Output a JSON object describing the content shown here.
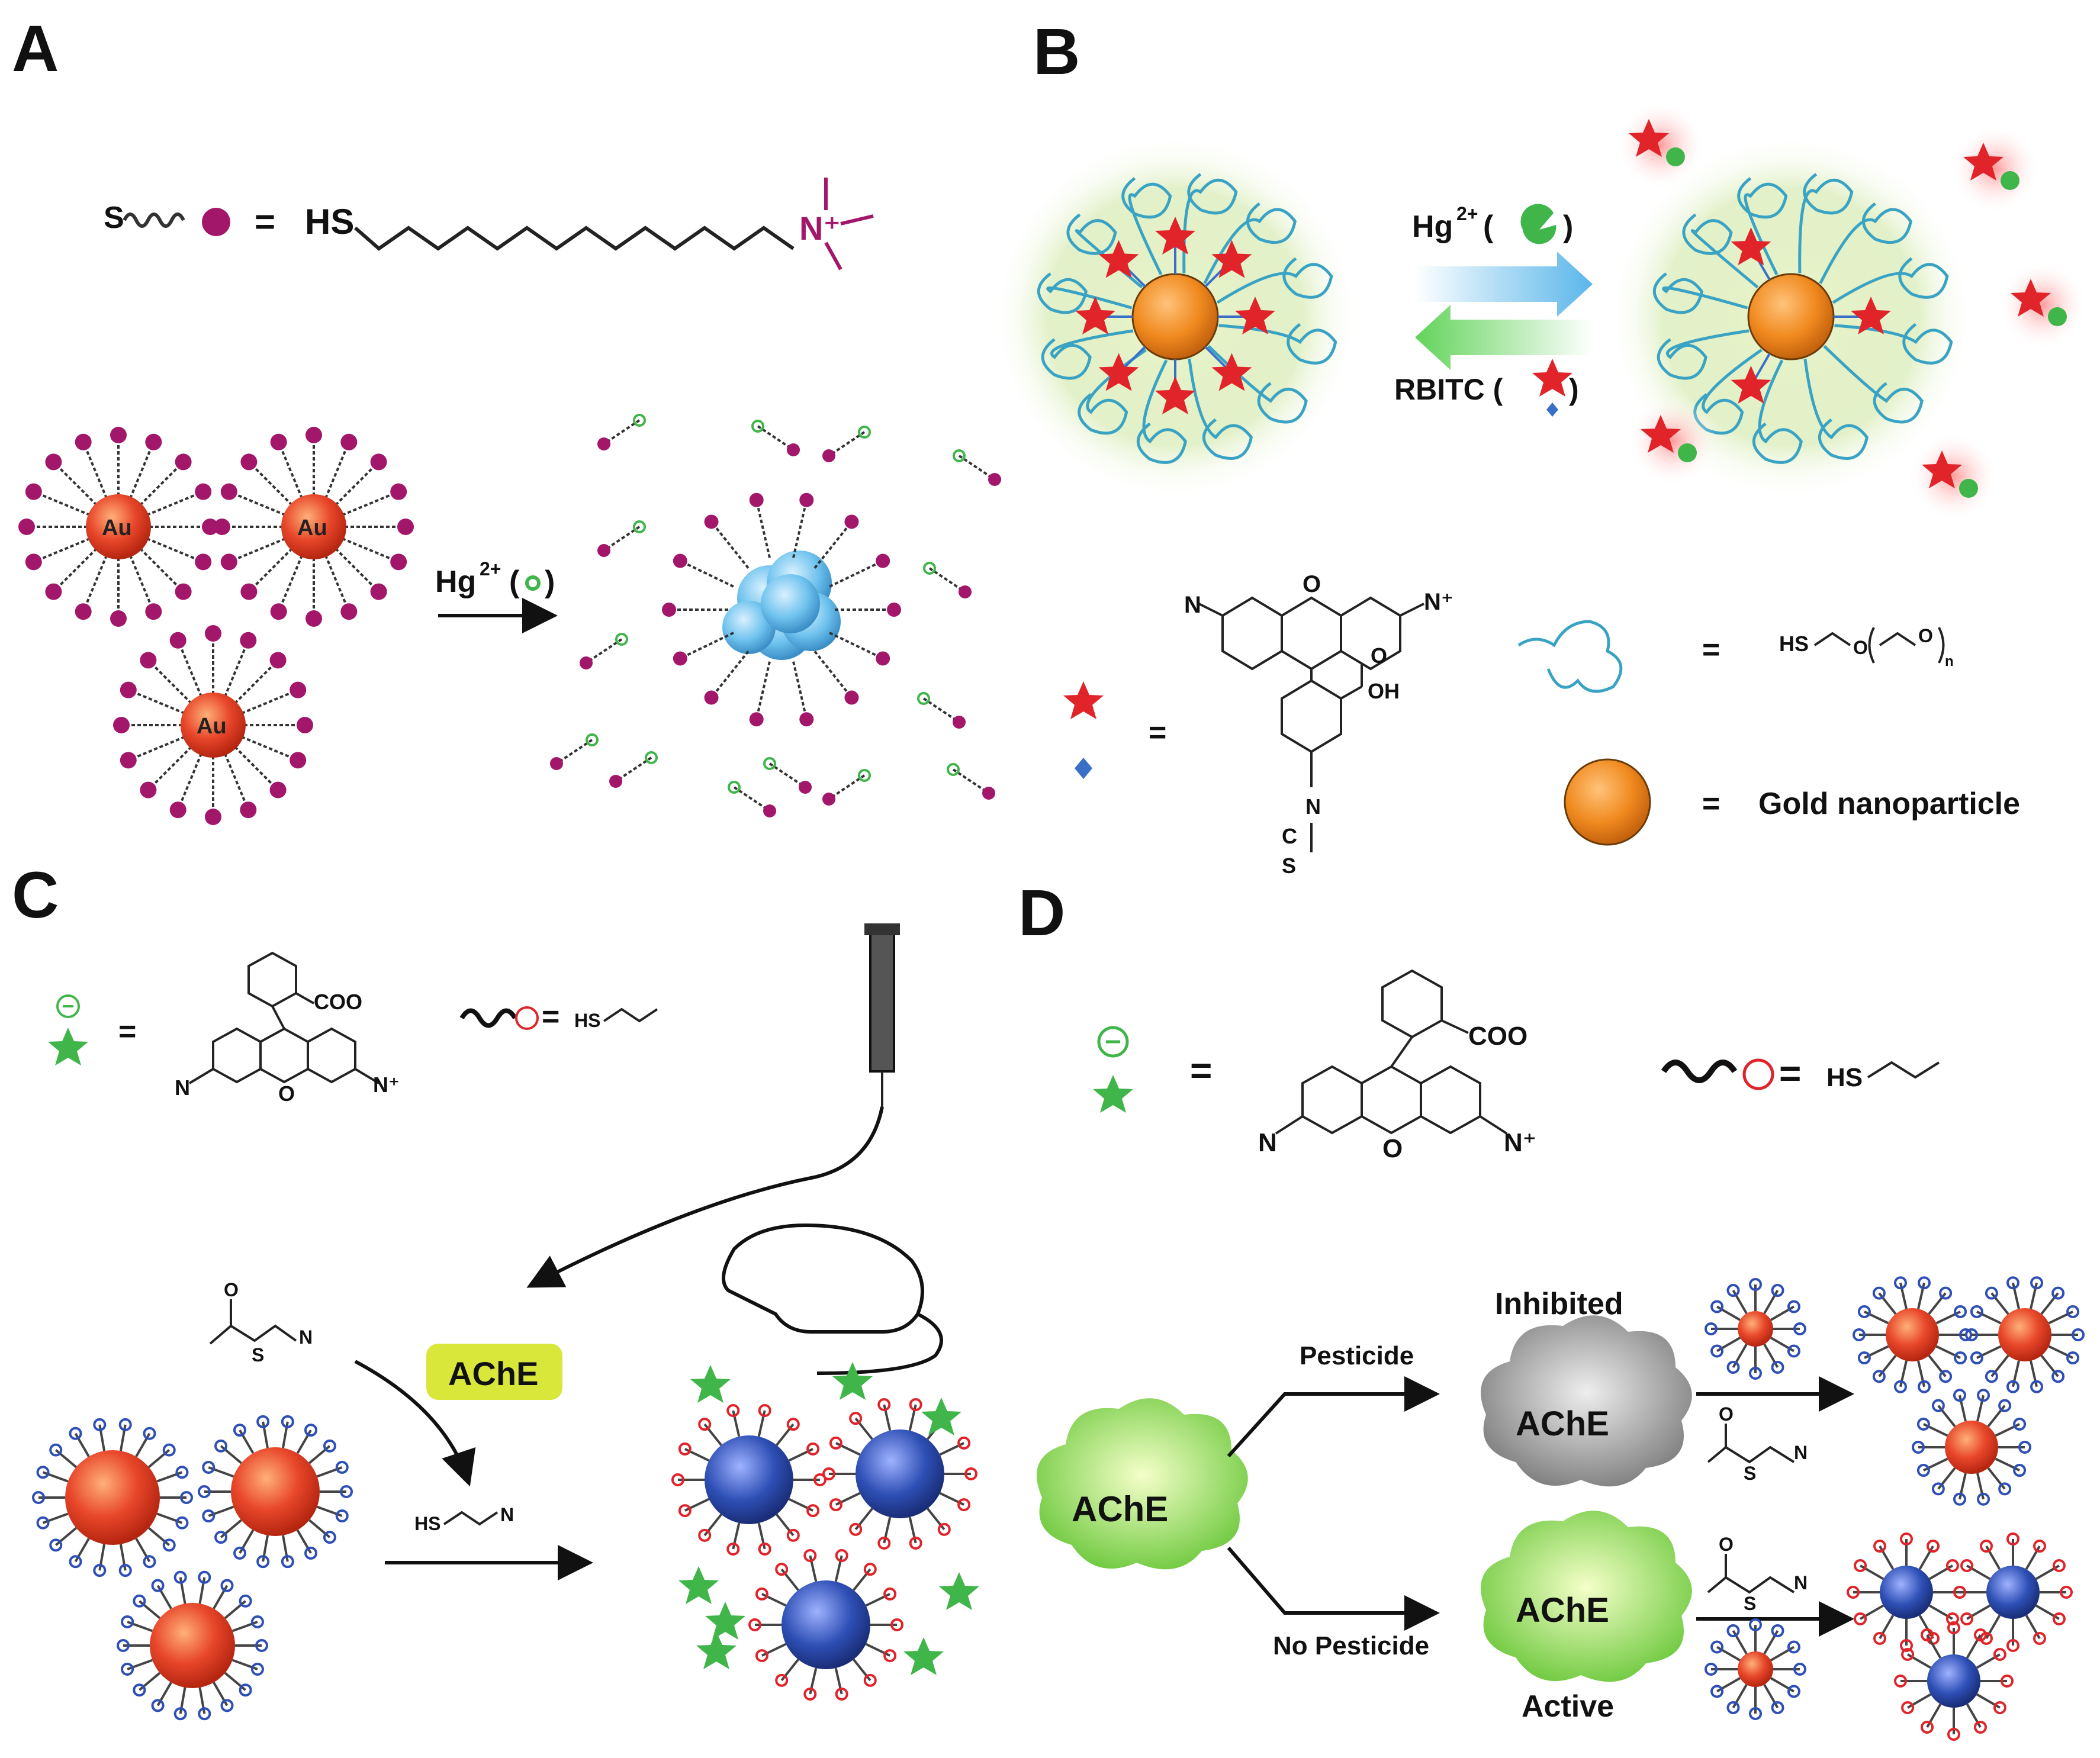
{
  "panels": {
    "A": {
      "letter": "A",
      "legend_left": "S",
      "legend_equals": "=",
      "legend_hs": "HS",
      "ammonium": "N⁺",
      "au_label": "Au",
      "reaction": "Hg",
      "reaction_sup": "2+",
      "reaction_paren": "( ",
      "reaction_close": ")"
    },
    "B": {
      "letter": "B",
      "forward_label": "Hg",
      "forward_sup": "2+",
      "forward_paren": " (",
      "forward_close": ")",
      "reverse_label": "RBITC (",
      "reverse_close": ")",
      "equals": "=",
      "n_plus": "N⁺",
      "cooh": "OH",
      "n_atom": "N",
      "o_atom": "O",
      "s_atom": "S",
      "c_atom": "C",
      "peg_hs": "HS",
      "peg_o": "O",
      "peg_o2": "O",
      "peg_n": "n",
      "gold_label": "Gold nanoparticle"
    },
    "C": {
      "letter": "C",
      "equals": "=",
      "coo": "COO",
      "n_left": "N",
      "n_right": "N⁺",
      "o_atom": "O",
      "thiol_hs": "HS",
      "thiol_equals": "=",
      "substrate_o": "O",
      "substrate_s": "S",
      "substrate_n": "N",
      "enzyme": "AChE",
      "product_hs": "HS",
      "product_n": "N"
    },
    "D": {
      "letter": "D",
      "equals": "=",
      "coo": "COO",
      "n_left": "N",
      "n_right": "N⁺",
      "o_atom": "O",
      "thiol_hs": "HS",
      "thiol_equals": "=",
      "enzyme": "AChE",
      "pesticide": "Pesticide",
      "no_pesticide": "No Pesticide",
      "inhibited": "Inhibited",
      "active": "Active",
      "inhibited_enzyme": "AChE",
      "active_enzyme": "AChE",
      "substrate_o": "O",
      "substrate_s": "S",
      "substrate_n": "N"
    }
  },
  "colors": {
    "au_red": "#e8472a",
    "ligand_purple": "#a3176b",
    "hg_green": "#3fb54a",
    "cluster_blue": "#6fc3ee",
    "gold_orange": "#f08a1f",
    "peg_teal": "#3aa3c4",
    "rbitc_red": "#e0242a",
    "nano_blue": "#2e4fb5",
    "enzyme_green": "#7bd24a",
    "enzyme_gray": "#9a9a9a",
    "enzyme_yellow": "#d9e63a"
  }
}
